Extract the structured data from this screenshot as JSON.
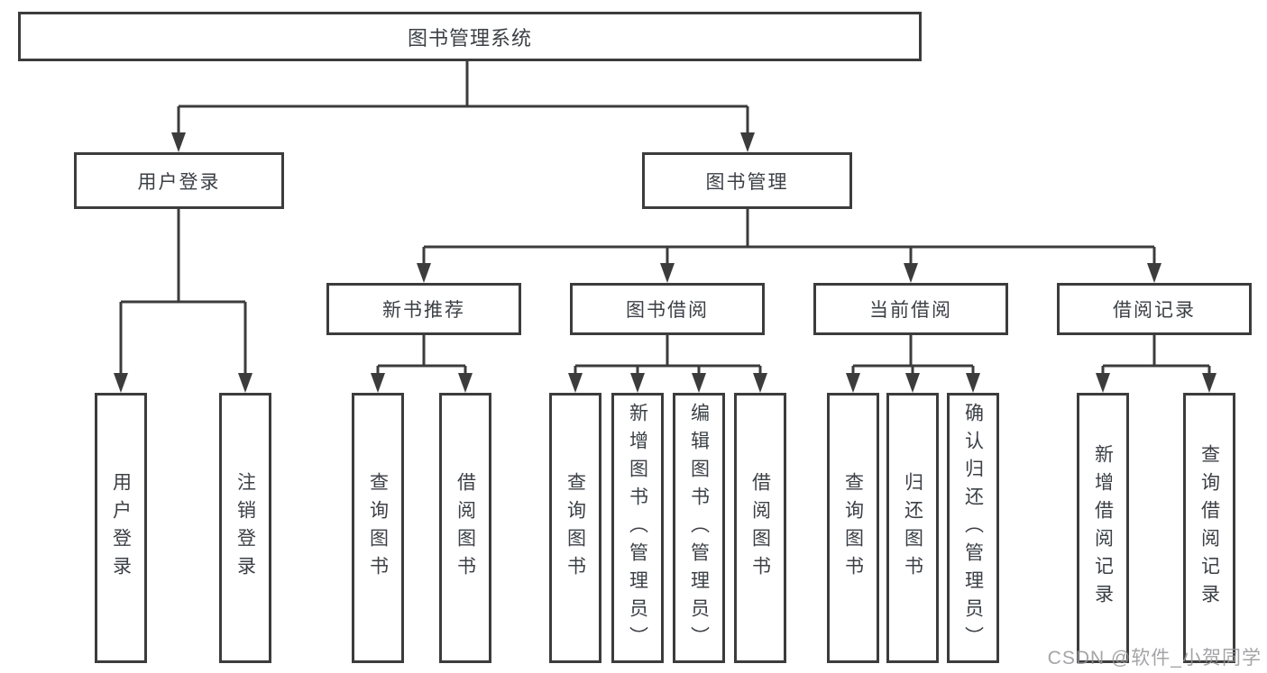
{
  "diagram": {
    "title_node": "图书管理系统",
    "colors": {
      "line": "#3c3c3c",
      "text": "#3c4046",
      "background": "#ffffff",
      "watermark": "#949498"
    },
    "tree": {
      "root": {
        "label": "图书管理系统"
      },
      "branches": [
        {
          "label": "用户登录",
          "children": [
            {
              "label": "用户登录"
            },
            {
              "label": "注销登录"
            }
          ]
        },
        {
          "label": "图书管理",
          "children": [
            {
              "label": "新书推荐",
              "children": [
                {
                  "label": "查询图书"
                },
                {
                  "label": "借阅图书"
                }
              ]
            },
            {
              "label": "图书借阅",
              "children": [
                {
                  "label": "查询图书"
                },
                {
                  "label": "新增图书（管理员）"
                },
                {
                  "label": "编辑图书（管理员）"
                },
                {
                  "label": "借阅图书"
                }
              ]
            },
            {
              "label": "当前借阅",
              "children": [
                {
                  "label": "查询图书"
                },
                {
                  "label": "归还图书"
                },
                {
                  "label": "确认归还（管理员）"
                }
              ]
            },
            {
              "label": "借阅记录",
              "children": [
                {
                  "label": "新增借阅记录"
                },
                {
                  "label": "查询借阅记录"
                }
              ]
            }
          ]
        }
      ]
    }
  },
  "watermark": {
    "text": "CSDN @软件_小贺同学"
  }
}
